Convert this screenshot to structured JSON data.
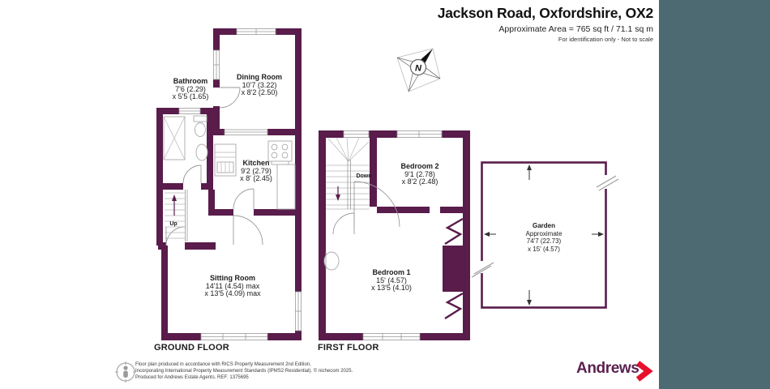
{
  "header": {
    "title": "Jackson Road, Oxfordshire, OX2",
    "area": "Approximate Area = 765 sq ft / 71.1 sq m",
    "note": "For identification only - Not to scale"
  },
  "compass": {
    "north_label": "N"
  },
  "floors": {
    "ground": {
      "label": "GROUND FLOOR",
      "stairs_label": "Up",
      "rooms": [
        {
          "name": "Bathroom",
          "dim1": "7'6 (2.29)",
          "dim2": "x 5'5 (1.65)"
        },
        {
          "name": "Dining Room",
          "dim1": "10'7 (3.22)",
          "dim2": "x 8'2 (2.50)"
        },
        {
          "name": "Kitchen",
          "dim1": "9'2 (2.79)",
          "dim2": "x 8' (2.45)"
        },
        {
          "name": "Sitting Room",
          "dim1": "14'11 (4.54) max",
          "dim2": "x 13'5 (4.09) max"
        }
      ]
    },
    "first": {
      "label": "FIRST FLOOR",
      "stairs_label": "Down",
      "rooms": [
        {
          "name": "Bedroom 2",
          "dim1": "9'1 (2.78)",
          "dim2": "x 8'2 (2.48)"
        },
        {
          "name": "Bedroom 1",
          "dim1": "15' (4.57)",
          "dim2": "x 13'5 (4.10)"
        }
      ]
    }
  },
  "garden": {
    "name": "Garden",
    "approx": "Approximate",
    "dim1": "74'7 (22.73)",
    "dim2": "x 15' (4.57)"
  },
  "footer": {
    "line1": "Floor plan produced in accordance with RICS Property Measurement 2nd Edition,",
    "line2": "Incorporating International Property Measurement Standards (IPMS2 Residential).   © nichecom 2025.",
    "line3": "Produced for Andrews Estate Agents.   REF: 1375695"
  },
  "logo": {
    "brand": "Andrews"
  },
  "colors": {
    "wall": "#591c4b",
    "brand_purple": "#5b2150",
    "chevron_red": "#e8112d",
    "side_band": "#4d6a72"
  }
}
